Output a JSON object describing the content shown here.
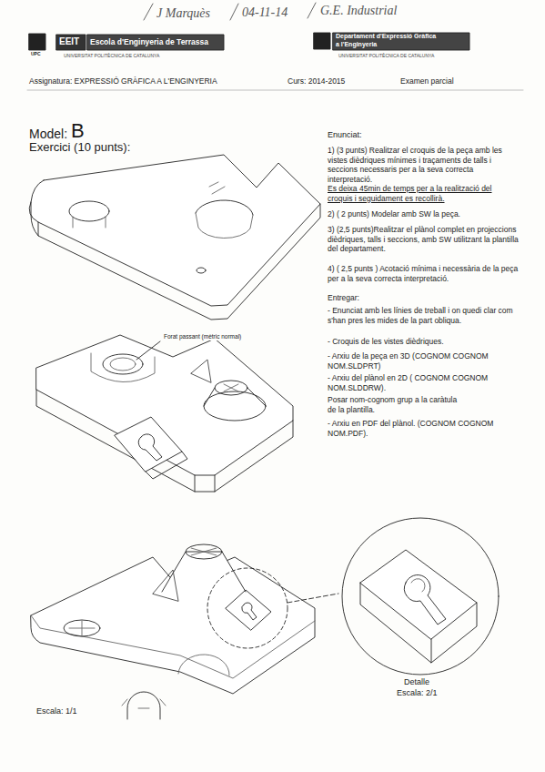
{
  "diagram": {
    "labels": [
      "J Marquès",
      "04-11-14",
      "G.E. Industrial",
      "UPC",
      "EEIT",
      "Escola d'Enginyeria de Terrassa",
      "UNIVERSITAT POLITÈCNICA DE CATALUNYA",
      "Departament d'Expressió Gràfica",
      "a l'Enginyeria",
      "UNIVERSITAT POLITÈCNICA DE CATALUNYA",
      "Assignatura: EXPRESSIÓ GRÀFICA A L'ENGINYERIA",
      "Curs: 2014-2015",
      "Examen parcial",
      "Model:",
      "B",
      "Exercici (10 punts):",
      "Enunciat:",
      "1) (3 punts) Realitzar el croquis de la peça amb les vistes dièdriques mínimes i traçaments de talls i seccions necessaris per a la seva correcta interpretació.",
      "Es deixa 45min de temps per a la realització del croquis i seguidament es recollirà.",
      "2) ( 2 punts) Modelar amb SW la peça.",
      "3) (2,5 punts)Realitzar el plànol complet en projeccions dièdriques, talls i seccions, amb SW utilitzant la plantilla del departament.",
      "4) ( 2,5 punts ) Acotació mínima i necessària de la peça per a la seva correcta interpretació.",
      "Entregar:",
      "- Enunciat amb les línies de treball i on quedi clar com s'han pres les mides de la part obliqua.",
      "- Croquis de les vistes dièdriques.",
      "- Arxiu de la peça en 3D (COGNOM COGNOM NOM.SLDPRT)",
      "- Arxiu del plànol en 2D ( COGNOM COGNOM NOM.SLDDRW).",
      "Posar nom-cognom grup a la caràtula de la plantilla.",
      "- Arxiu en PDF del plànol. (COGNOM COGNOM NOM.PDF).",
      "Forat passant (mètric normal)",
      "Detalle",
      "Escala: 2/1",
      "Escala: 1/1"
    ]
  }
}
